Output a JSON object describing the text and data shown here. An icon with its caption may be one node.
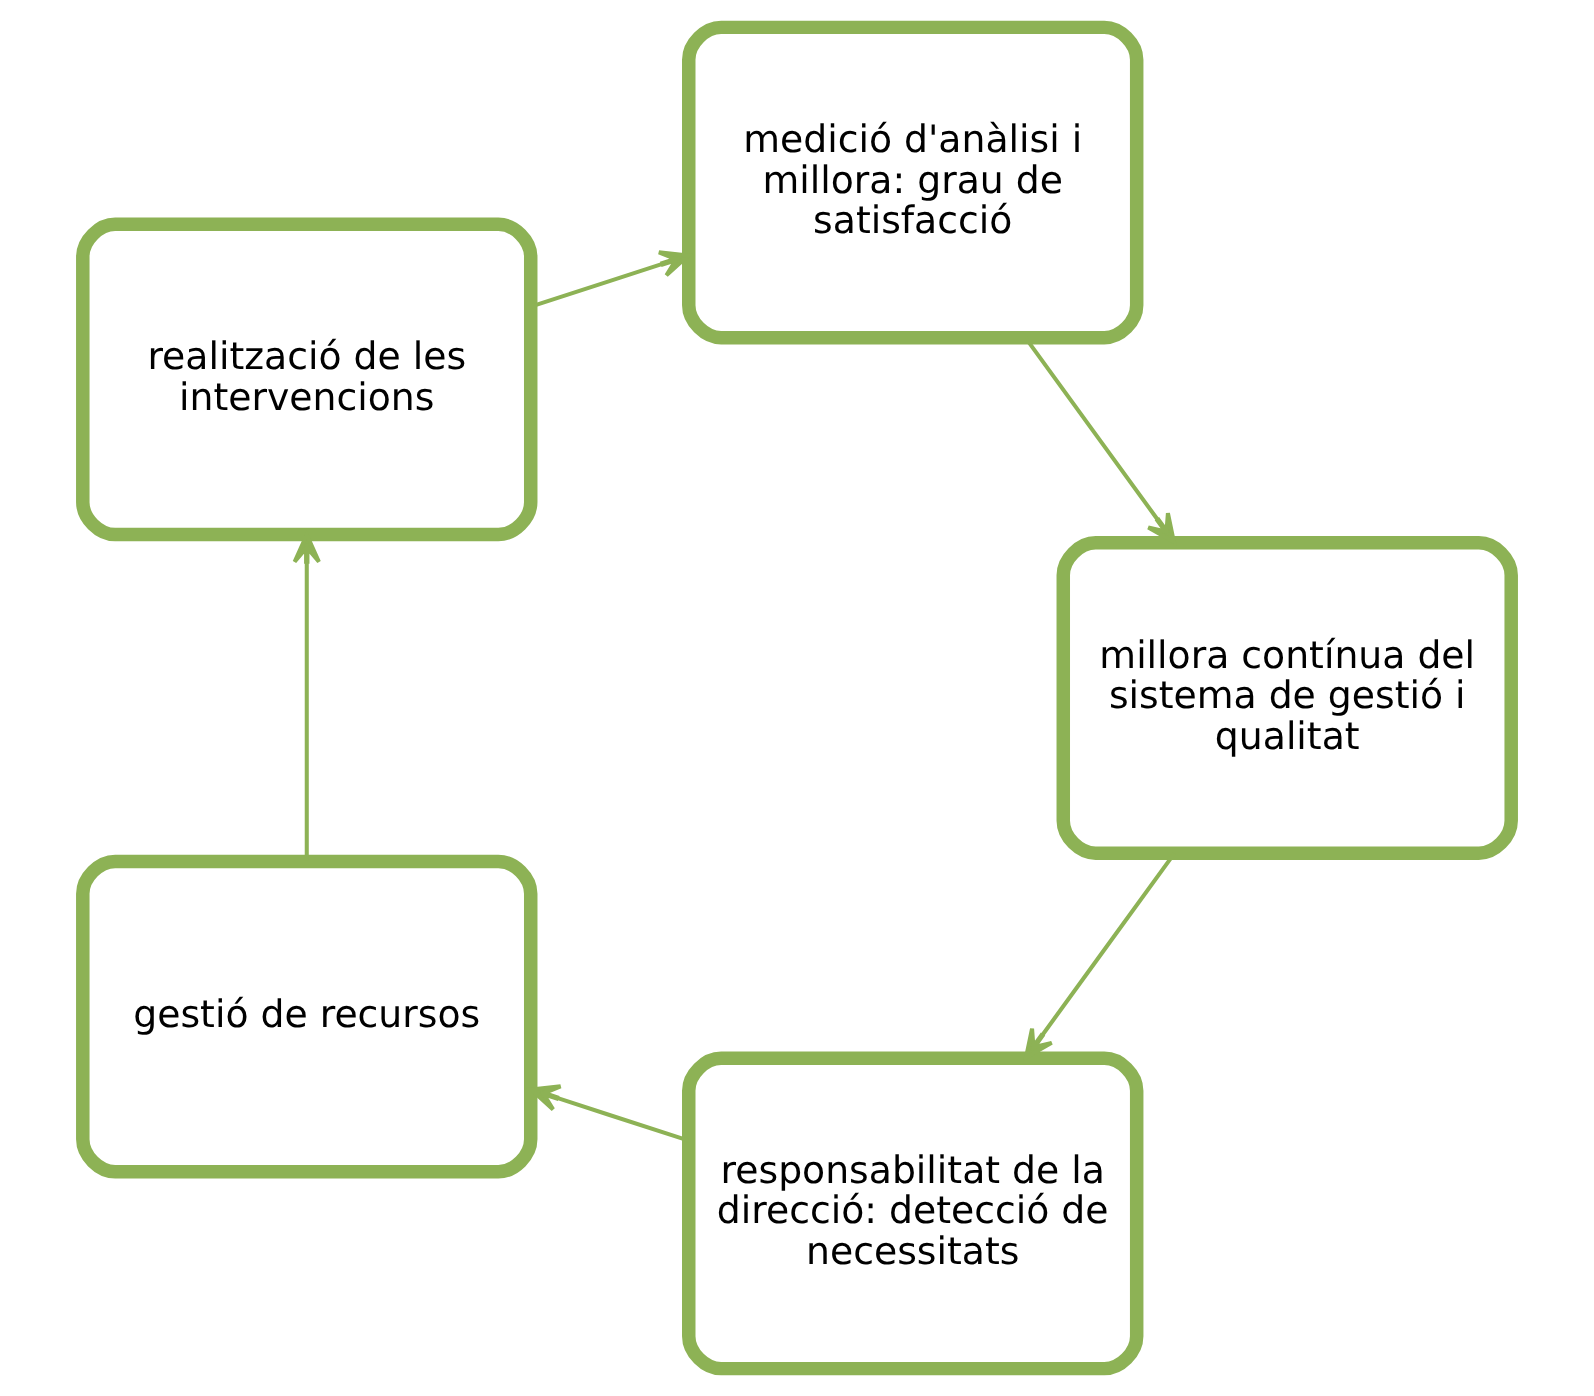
{
  "diagram": {
    "nodes": [
      {
        "text": [
          "responsabilitat de la direcció: detecció de necessitats"
        ]
      },
      {
        "text": [
          "gestió de recursos"
        ]
      },
      {
        "text": [
          "realització de les intervencions"
        ]
      },
      {
        "text": [
          "medició d'anàlisi i millora: grau de satisfacció"
        ]
      },
      {
        "text": [
          "millora contínua del sistema de gestió i qualitat"
        ]
      }
    ],
    "edges": [
      {
        "from": 0,
        "to": 1,
        "arrow": "to"
      },
      {
        "from": 1,
        "to": 2,
        "arrow": "to"
      },
      {
        "from": 2,
        "to": 3,
        "arrow": "to"
      },
      {
        "from": 3,
        "to": 4,
        "arrow": "to"
      },
      {
        "from": 4,
        "to": 0,
        "arrow": "to"
      }
    ]
  }
}
